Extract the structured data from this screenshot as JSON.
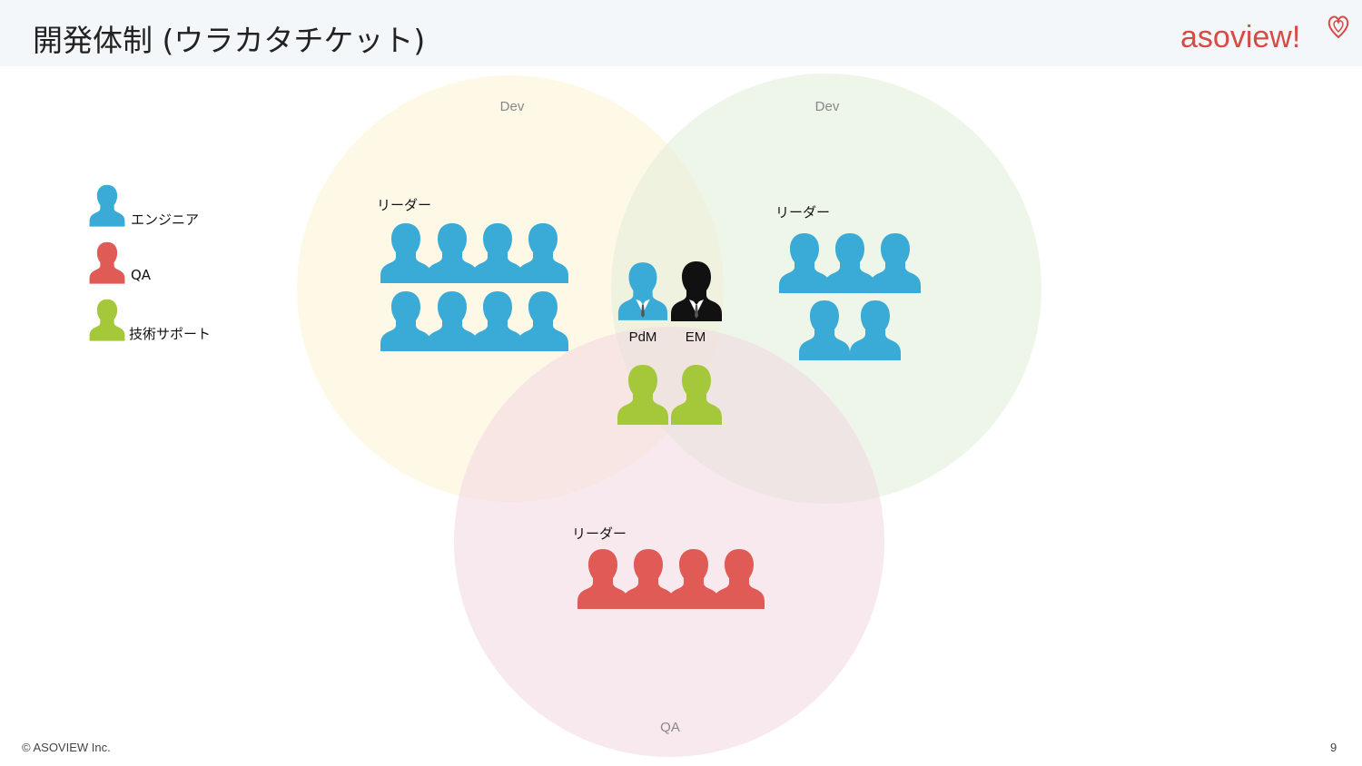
{
  "slide": {
    "title": "開発体制 (ウラカタチケット)",
    "logo_text": "asoview!",
    "copyright": "© ASOVIEW Inc.",
    "page_number": "9"
  },
  "colors": {
    "engineer": "#3aabd6",
    "qa": "#e05a56",
    "support": "#a5c83a",
    "manager": "#111111",
    "circle_dev1": "#fdf4d6",
    "circle_dev2": "#e2eedb",
    "circle_qa": "#f2dbe2",
    "logo": "#d84a44"
  },
  "legend": [
    {
      "label": "エンジニア",
      "role": "engineer"
    },
    {
      "label": "QA",
      "role": "qa"
    },
    {
      "label": "技術サポート",
      "role": "support"
    }
  ],
  "groups": {
    "dev1": {
      "circle_label": "Dev",
      "leader_label": "リーダー",
      "engineer_count": 8
    },
    "dev2": {
      "circle_label": "Dev",
      "leader_label": "リーダー",
      "engineer_count": 5
    },
    "qa": {
      "circle_label": "QA",
      "leader_label": "リーダー",
      "qa_count": 4
    }
  },
  "center": {
    "pdm_label": "PdM",
    "em_label": "EM",
    "support_count": 2
  }
}
